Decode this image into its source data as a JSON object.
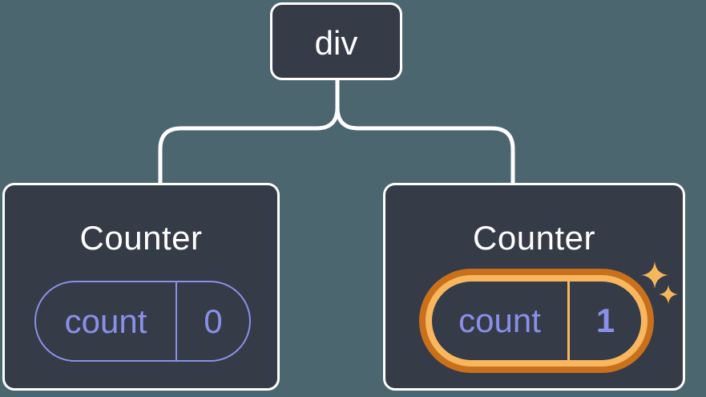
{
  "diagram": {
    "description": "Component tree: a div root element with two Counter children holding state pills",
    "root": {
      "label": "div"
    },
    "children": [
      {
        "title": "Counter",
        "state_pill": {
          "key": "count",
          "value": "0"
        },
        "highlighted": false
      },
      {
        "title": "Counter",
        "state_pill": {
          "key": "count",
          "value": "1"
        },
        "highlighted": true,
        "badge_icon": "sparkles-icon"
      }
    ]
  },
  "colors": {
    "background": "#4c6670",
    "node_fill": "#353b47",
    "node_border": "#ffffff",
    "connector_line": "#ffffff",
    "state_accent_purple": "#8a90e8",
    "highlight_ring_outer_orange": "#c9701d",
    "highlight_ring_inner_orange": "#f8b75e",
    "sparkle_orange": "#f6b75c",
    "title_text": "#ffffff"
  }
}
